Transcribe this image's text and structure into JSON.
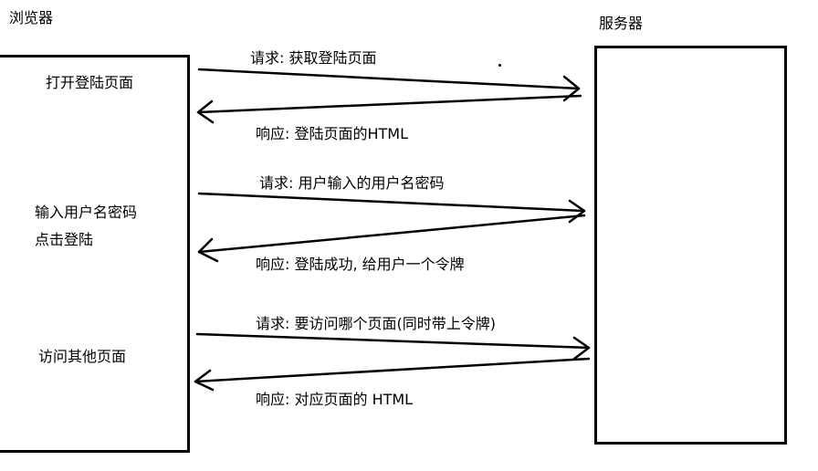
{
  "actors": {
    "browser": "浏览器",
    "server": "服务器"
  },
  "browser_steps": {
    "step1": "打开登陆页面",
    "step2_line1": "输入用户名密码",
    "step2_line2": "点击登陆",
    "step3": "访问其他页面"
  },
  "messages": {
    "req1": "请求: 获取登陆页面",
    "resp1": "响应: 登陆页面的HTML",
    "req2": "请求: 用户输入的用户名密码",
    "resp2": "响应: 登陆成功, 给用户一个令牌",
    "req3": "请求: 要访问哪个页面(同时带上令牌)",
    "resp3": "响应: 对应页面的 HTML"
  }
}
